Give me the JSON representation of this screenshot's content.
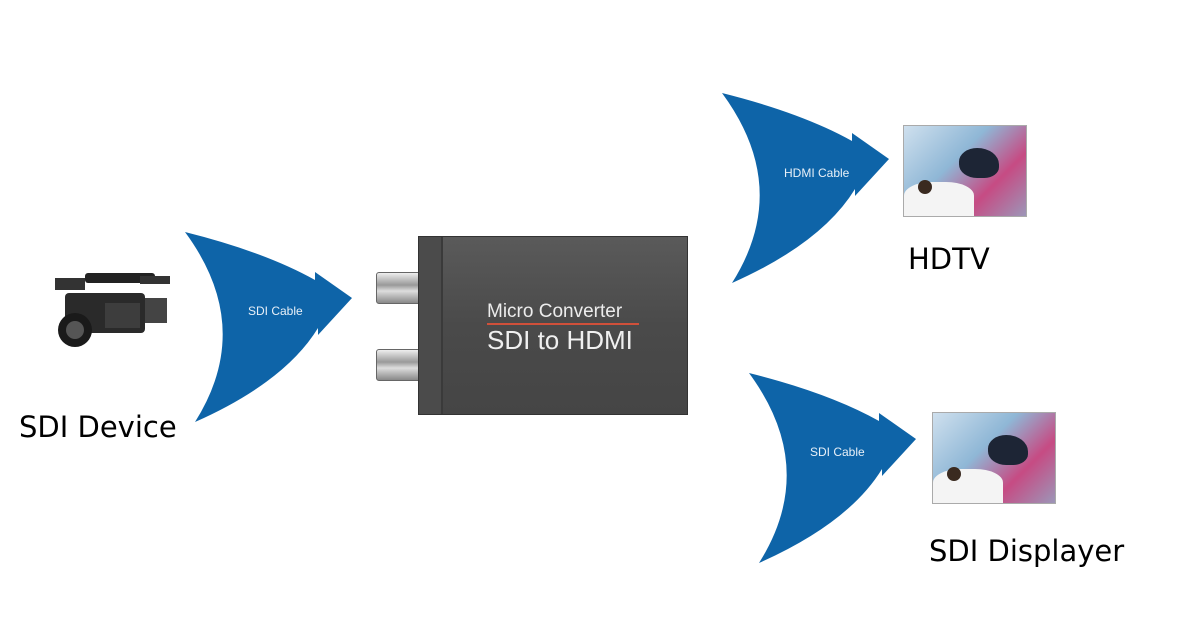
{
  "source": {
    "caption": "SDI Device",
    "icon": "camcorder-icon"
  },
  "input_cable": {
    "label": "SDI Cable"
  },
  "converter": {
    "line1": "Micro Converter",
    "line2": "SDI to HDMI"
  },
  "outputs": [
    {
      "cable": "HDMI Cable",
      "caption": "HDTV"
    },
    {
      "cable": "SDI Cable",
      "caption": "SDI Displayer"
    }
  ],
  "colors": {
    "arrow": "#0e64a8",
    "underline": "#d0503a"
  }
}
